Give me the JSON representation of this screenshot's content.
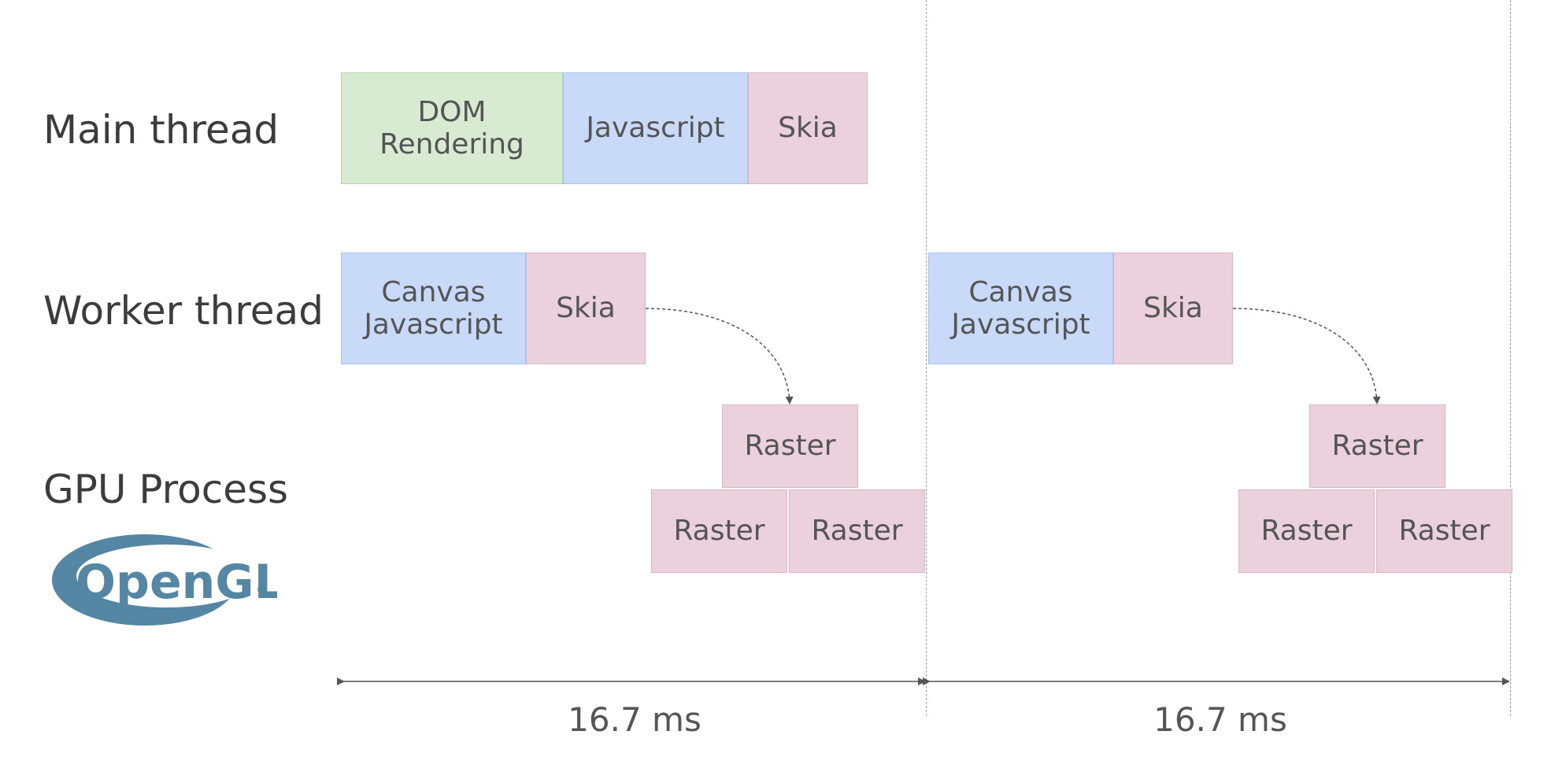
{
  "rows": {
    "main": "Main thread",
    "worker": "Worker thread",
    "gpu": "GPU Process"
  },
  "logo": {
    "text": "OpenGL",
    "trademark": "®",
    "color": "#5586a4"
  },
  "blocks": {
    "dom_rendering": "DOM\nRendering",
    "main_javascript": "Javascript",
    "main_skia": "Skia",
    "frame1_canvas_js": "Canvas\nJavascript",
    "frame1_skia": "Skia",
    "frame1_raster_top": "Raster",
    "frame1_raster_left": "Raster",
    "frame1_raster_right": "Raster",
    "frame2_canvas_js": "Canvas\nJavascript",
    "frame2_skia": "Skia",
    "frame2_raster_top": "Raster",
    "frame2_raster_left": "Raster",
    "frame2_raster_right": "Raster"
  },
  "timeline": {
    "frame1_duration": "16.7 ms",
    "frame2_duration": "16.7 ms"
  },
  "colors": {
    "dom": "#d9ead3",
    "javascript": "#c9daf8",
    "skia_raster": "#ead1dc"
  }
}
